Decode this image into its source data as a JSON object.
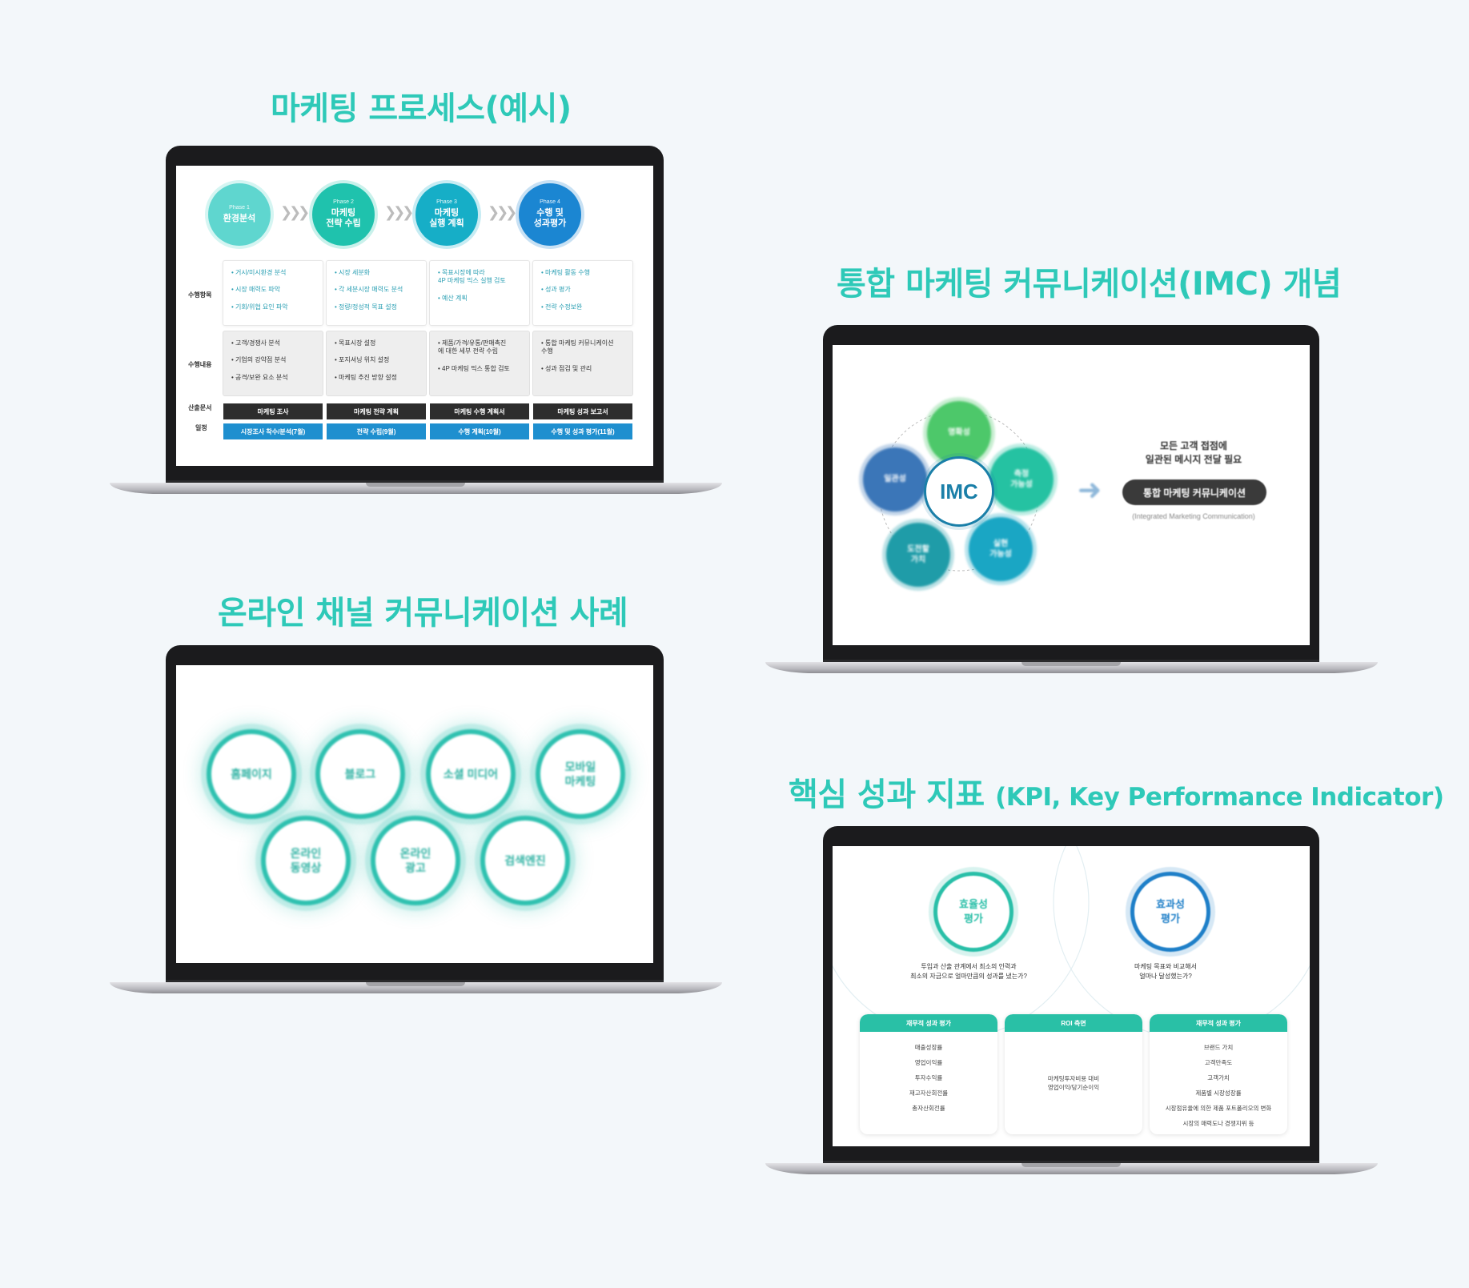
{
  "headings": {
    "process": "마케팅 프로세스(예시)",
    "imc": "통합 마케팅 커뮤니케이션(IMC) 개념",
    "online": "온라인 채널 커뮤니케이션 사례",
    "kpi_main": "핵심 성과 지표",
    "kpi_sub": "(KPI, Key Performance Indicator)"
  },
  "process": {
    "phases": [
      {
        "phase": "Phase 1",
        "title": "환경분석",
        "color": "#5fd6cf"
      },
      {
        "phase": "Phase 2",
        "title": "마케팅\n전략 수립",
        "color": "#1fc2ad"
      },
      {
        "phase": "Phase 3",
        "title": "마케팅\n실행 계획",
        "color": "#16aec7"
      },
      {
        "phase": "Phase 4",
        "title": "수행 및\n성과평가",
        "color": "#1b86d2"
      }
    ],
    "chevron": "❯❯❯",
    "row_labels": [
      "수행항목",
      "수행내용",
      "산출문서",
      "일정"
    ],
    "items": [
      [
        "• 거시/미시환경 분석",
        "• 시장 매력도 파악",
        "• 기회/위협 요인 파악"
      ],
      [
        "• 시장 세분화",
        "• 각 세분시장 매력도 분석",
        "• 정량/정성적 목표 설정"
      ],
      [
        "• 목표시장에 따라\n  4P 마케팅 믹스 실행 검토",
        "• 예산 계획"
      ],
      [
        "• 마케팅 활동 수행",
        "• 성과 평가",
        "• 전략 수정보완"
      ]
    ],
    "contents": [
      [
        "• 고객/경쟁사 분석",
        "• 기업의 강약점 분석",
        "• 공격/보완 요소 분석"
      ],
      [
        "• 목표시장 설정",
        "• 포지셔닝 위치 설정",
        "• 마케팅 추진 방향 설정"
      ],
      [
        "• 제품/가격/유통/판매촉진\n  에 대한 세부 전략 수립",
        "• 4P 마케팅 믹스 통합 검토"
      ],
      [
        "• 통합 마케팅 커뮤니케이션\n  수행",
        "• 성과 점검 및 관리"
      ]
    ],
    "documents": [
      "마케팅 조사",
      "마케팅 전략 계획",
      "마케팅 수행 계획서",
      "마케팅 성과 보고서"
    ],
    "schedules": [
      "시장조사 착수/분석(7월)",
      "전략 수립(9월)",
      "수행 계획(10월)",
      "수행 및 성과 평가(11월)"
    ]
  },
  "imc": {
    "center": "IMC",
    "petals": [
      {
        "label": "명확성",
        "color": "#4dc86a"
      },
      {
        "label": "측정\n가능성",
        "color": "#25c2a2"
      },
      {
        "label": "실현\n가능성",
        "color": "#1aa6c4"
      },
      {
        "label": "도전할\n가치",
        "color": "#1f9ca8"
      },
      {
        "label": "일관성",
        "color": "#3b76b8"
      }
    ],
    "arrow": "➜",
    "caption": "모든 고객 접점에\n일관된 메시지 전달 필요",
    "pill": "통합 마케팅 커뮤니케이션",
    "english": "(Integrated Marketing Communication)"
  },
  "online": {
    "row1": [
      "홈페이지",
      "블로그",
      "소셜 미디어",
      "모바일\n마케팅"
    ],
    "row2": [
      "온라인\n동영상",
      "온라인\n광고",
      "검색엔진"
    ]
  },
  "kpi": {
    "left": {
      "title": "효율성\n평가",
      "desc": "투입과 산출 관계에서 최소의 인력과\n최소의 자금으로 얼마만큼의 성과를 냈는가?",
      "color": "#29bfa8"
    },
    "right": {
      "title": "효과성\n평가",
      "desc": "마케팅 목표와 비교해서\n얼마나 달성했는가?",
      "color": "#1e7fc8"
    },
    "columns": [
      {
        "header": "재무적 성과 평가",
        "items": [
          "매출성장률",
          "영업이익률",
          "투자수익률",
          "재고자산회전률",
          "총자산회전률"
        ]
      },
      {
        "header": "ROI 측면",
        "items": [
          "마케팅투자비용 대비\n영업이익/당기순이익"
        ]
      },
      {
        "header": "재무적 성과 평가",
        "items": [
          "브랜드 가치",
          "고객만족도",
          "고객가치",
          "제품별 시장성장률",
          "시장점유율에 의한 제품 포트폴리오의 변화",
          "시장의 매력도나 경쟁지위 등"
        ]
      }
    ]
  }
}
